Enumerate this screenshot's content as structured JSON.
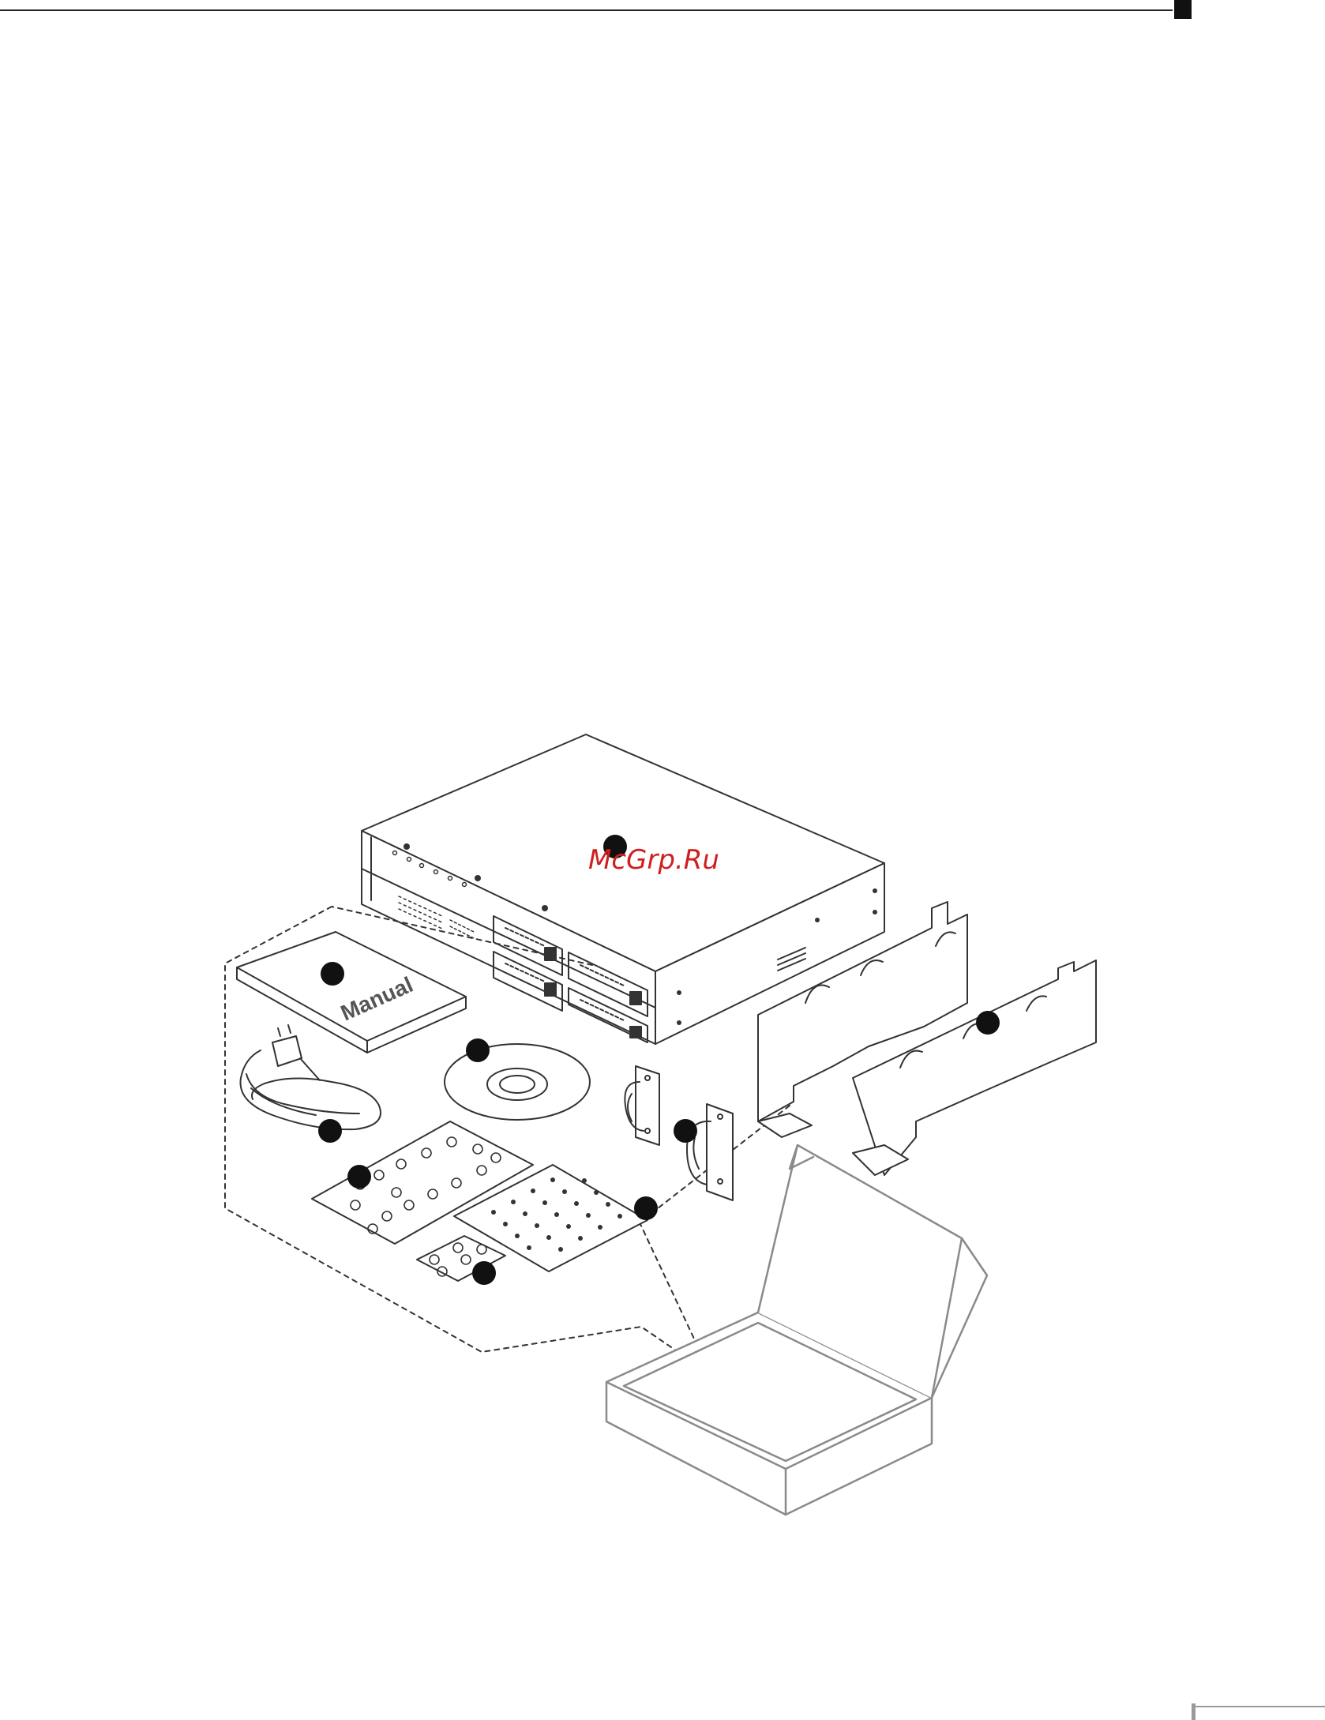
{
  "header": {
    "page_marker": ""
  },
  "illustration": {
    "watermark": "McGrp.Ru",
    "manual_label": "Manual",
    "callout_markers": [
      "device-callout",
      "manual-callout",
      "cd-callout",
      "power-cord-callout",
      "screws-callout",
      "small-screws-callout",
      "nuts-callout",
      "handles-callout",
      "rack-mount-brackets-callout"
    ],
    "colors": {
      "line": "#333333",
      "box_line": "#8a8a8a",
      "watermark": "#d11f1f",
      "marker": "#111111"
    }
  }
}
